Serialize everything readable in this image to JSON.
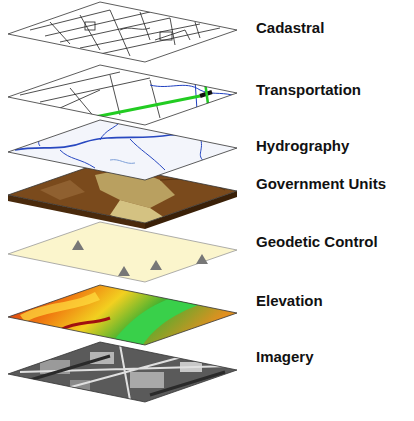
{
  "diagram": {
    "labels": [
      "Cadastral",
      "Transportation",
      "Hydrography",
      "Government Units",
      "Geodetic Control",
      "Elevation",
      "Imagery"
    ]
  }
}
